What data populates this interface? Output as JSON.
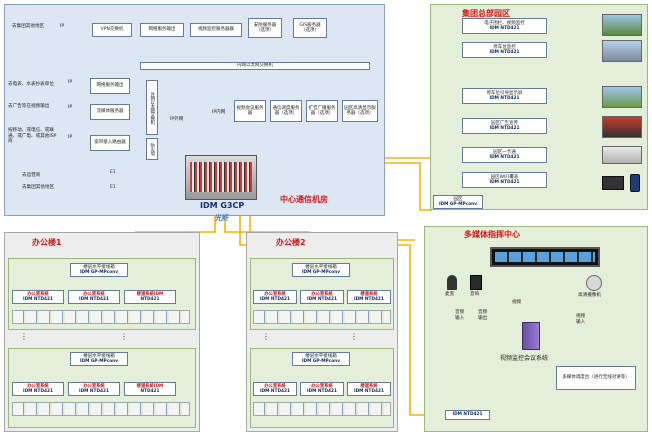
{
  "datacenter": {
    "title": "中心通信机房",
    "device": "IDM G3CP",
    "fiber_label": "光纤",
    "vpn": "VPN交换机",
    "net_out": "网络服务输出",
    "video_mon": "视频监控服务器群",
    "security": "安防服务器（选项）",
    "gis": "GIS服务器（选项）",
    "intranet": "内网以太网交换机",
    "extranet_switch": "外网以太网交换机",
    "firewall": "防火墙",
    "ip_ext": "IP外网",
    "ip_int": "IP内网",
    "net_svc": "网络服务输出",
    "stream_svc": "流媒体服务器",
    "wideband": "宽带接入路由器",
    "vconf": "视频会议服务器",
    "dispatch": "通信调度服务器（选项）",
    "broadcast": "扩音广播服务器（选项）",
    "campus_display": "园区高清显示服务器（选项）",
    "left_labels": [
      "去集团其他地区",
      "去电表、水表抄表单位",
      "去广告等在视频输出",
      "按移动、或电信、或联通、或广电、或其他ISP商",
      "去运营商",
      "去集团其他地区"
    ],
    "port_labels": [
      "IP",
      "IP",
      "IP",
      "IP",
      "E1",
      "E1"
    ]
  },
  "hq": {
    "title": "集团总部园区",
    "items": [
      {
        "name": "电子围栏、视频监控",
        "model": "IDM NTD421"
      },
      {
        "name": "停车位监控",
        "model": "IDM NTD421"
      },
      {
        "name": "停车位引导显示屏",
        "model": "IDM NTD421"
      },
      {
        "name": "园区广告宣传",
        "model": "IDM NTD421"
      },
      {
        "name": "园区一卡通",
        "model": "IDM NTD421"
      },
      {
        "name": "园区WIFI覆盖",
        "model": "IDM NTD421"
      }
    ],
    "conv_label": "园区",
    "conv_model": "IDM GP-MPconv"
  },
  "office1": {
    "title": "办公楼1",
    "floors": [
      {
        "conv": "楼层水平接线箱",
        "conv_model": "IDM GP-MPconv",
        "systems": [
          {
            "name": "办公室系统",
            "model": "IDM NTD421"
          },
          {
            "name": "办公室系统",
            "model": "IDM NTD421"
          },
          {
            "name": "楼道系统IDM",
            "model": "NTD421"
          }
        ]
      },
      {
        "conv": "楼层水平接线箱",
        "conv_model": "IDM GP-MPconv",
        "systems": [
          {
            "name": "办公室系统",
            "model": "IDM NTD421"
          },
          {
            "name": "办公室系统",
            "model": "IDM NTD421"
          },
          {
            "name": "楼道系统IDM",
            "model": "NTD421"
          }
        ]
      }
    ]
  },
  "office2": {
    "title": "办公楼2",
    "floors": [
      {
        "conv": "楼层水平接线箱",
        "conv_model": "IDM GP-MPconv",
        "systems": [
          {
            "name": "办公室系统",
            "model": "IDM NTD421"
          },
          {
            "name": "办公室系统",
            "model": "IDM NTD421"
          },
          {
            "name": "楼道系统",
            "model": "IDM NTD421"
          }
        ]
      },
      {
        "conv": "楼层水平接线箱",
        "conv_model": "IDM GP-MPconv",
        "systems": [
          {
            "name": "办公室系统",
            "model": "IDM NTD421"
          },
          {
            "name": "办公室系统",
            "model": "IDM NTD421"
          },
          {
            "name": "楼道系统",
            "model": "IDM NTD421"
          }
        ]
      }
    ]
  },
  "media": {
    "title": "多媒体指挥中心",
    "mic": "麦克",
    "speaker": "音响",
    "camera": "高清摄像机",
    "video1": "视频",
    "video2": "视频",
    "audio_in": "音频输入",
    "audio_out": "音频输出",
    "video_in": "视频输入",
    "system": "视频监控会议系统",
    "console": "多媒体调度台（进行无线对讲等）",
    "device_model": "IDM NTD421"
  },
  "colors": {
    "wire": "#f5b301",
    "fiber": "#3c73c4",
    "title": "#d2161a"
  }
}
